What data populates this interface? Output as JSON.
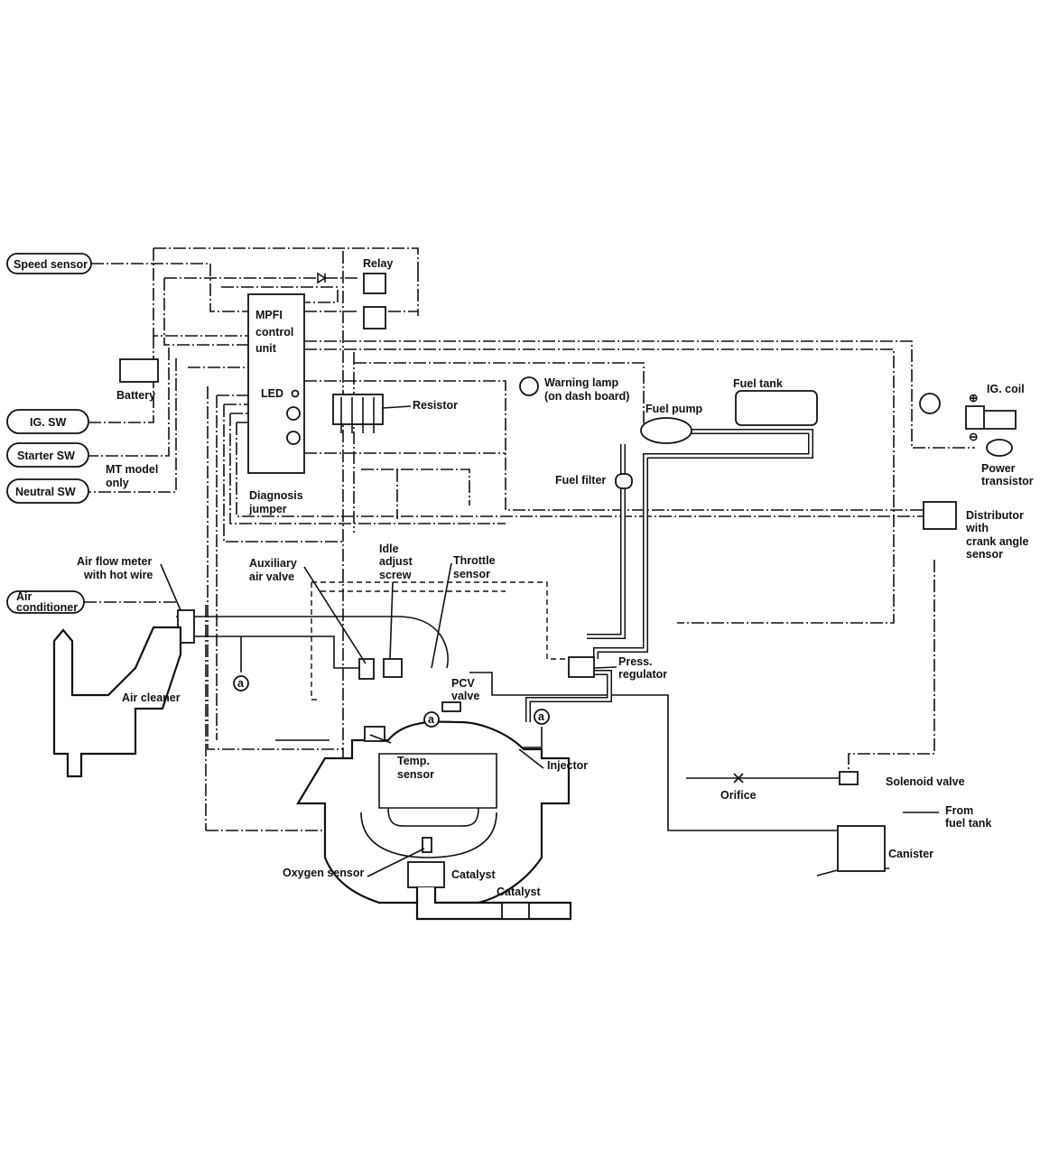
{
  "diagram": {
    "inputs": {
      "speed_sensor": "Speed sensor",
      "ig_sw": "IG. SW",
      "starter_sw": "Starter SW",
      "neutral_sw": "Neutral SW",
      "mt_model_only": [
        "MT model",
        "only"
      ],
      "air_conditioner": [
        "Air",
        "conditioner"
      ]
    },
    "control_unit": {
      "lines": [
        "MPFI",
        "control",
        "unit"
      ],
      "led": "LED",
      "diagnosis_jumper": [
        "Diagnosis",
        "jumper"
      ]
    },
    "components": {
      "relay": "Relay",
      "battery": "Battery",
      "resistor": "Resistor",
      "warning_lamp": [
        "Warning lamp",
        "(on dash board)"
      ],
      "fuel_pump": "Fuel pump",
      "fuel_tank": "Fuel tank",
      "ig_coil": "IG. coil",
      "power_transistor": [
        "Power",
        "transistor"
      ],
      "fuel_filter": "Fuel filter",
      "distributor": [
        "Distributor",
        "with",
        "crank angle",
        "sensor"
      ],
      "air_flow_meter": [
        "Air flow meter",
        "with hot wire"
      ],
      "auxiliary_air_valve": [
        "Auxiliary",
        "air valve"
      ],
      "idle_adjust_screw": [
        "Idle",
        "adjust",
        "screw"
      ],
      "throttle_sensor": [
        "Throttle",
        "sensor"
      ],
      "press_regulator": [
        "Press.",
        "regulator"
      ],
      "pcv_valve": [
        "PCV",
        "valve"
      ],
      "air_cleaner": "Air cleaner",
      "temp_sensor": [
        "Temp.",
        "sensor"
      ],
      "injector": "Injector",
      "orifice": "Orifice",
      "solenoid_valve": "Solenoid valve",
      "from_fuel_tank": [
        "From",
        "fuel tank"
      ],
      "canister": "Canister",
      "oxygen_sensor": "Oxygen sensor",
      "catalyst_1": "Catalyst",
      "catalyst_2": "Catalyst"
    },
    "connector_marker": "a",
    "coil_plus": "⊕",
    "coil_minus": "⊖"
  }
}
